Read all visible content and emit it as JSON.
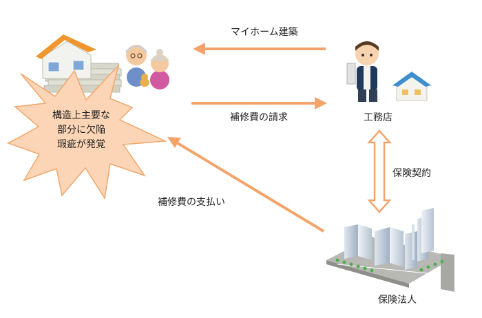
{
  "labels": {
    "home_build": "マイホーム建築",
    "repair_claim": "補修費の請求",
    "repair_payment": "補修費の支払い",
    "insurance_contract": "保険契約",
    "contractor": "工務店",
    "insurer": "保険法人"
  },
  "burst": {
    "lines": [
      "構造上主要な",
      "部分に欠陥",
      "瑕疵が発覚"
    ]
  },
  "colors": {
    "arrow": "#F4A46A",
    "burst_fill": "#FBD5B5",
    "burst_stroke": "#F2A66A"
  },
  "icons": {
    "homeowner": "house-and-elderly-couple-icon",
    "contractor": "builder-with-house-icon",
    "insurer": "city-buildings-icon"
  }
}
